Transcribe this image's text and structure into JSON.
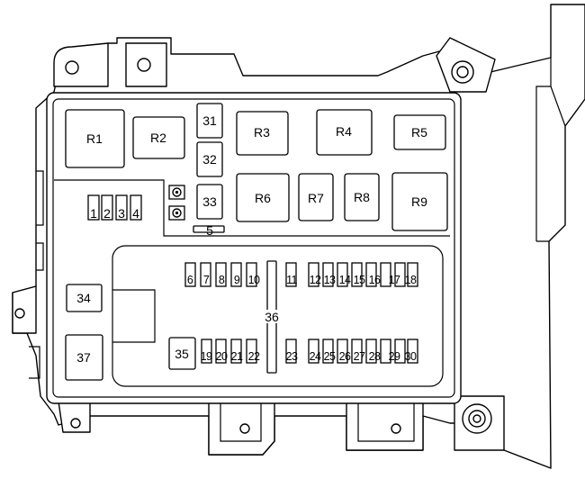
{
  "relays": {
    "r1": "R1",
    "r2": "R2",
    "r3": "R3",
    "r4": "R4",
    "r5": "R5",
    "r6": "R6",
    "r7": "R7",
    "r8": "R8",
    "r9": "R9"
  },
  "fuses": {
    "f1": "1",
    "f2": "2",
    "f3": "3",
    "f4": "4",
    "f5": "5",
    "f6": "6",
    "f7": "7",
    "f8": "8",
    "f9": "9",
    "f10": "10",
    "f11": "11",
    "f12": "12",
    "f13": "13",
    "f14": "14",
    "f15": "15",
    "f16": "16",
    "f17": "17",
    "f18": "18",
    "f19": "19",
    "f20": "20",
    "f21": "21",
    "f22": "22",
    "f23": "23",
    "f24": "24",
    "f25": "25",
    "f26": "26",
    "f27": "27",
    "f28": "28",
    "f29": "29",
    "f30": "30",
    "f31": "31",
    "f32": "32",
    "f33": "33",
    "f34": "34",
    "f35": "35",
    "f36": "36",
    "f37": "37"
  }
}
